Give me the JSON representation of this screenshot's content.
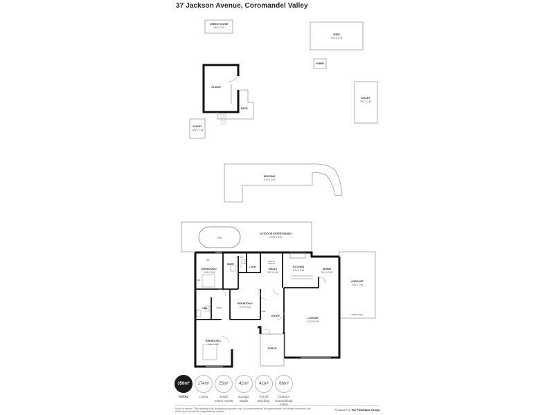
{
  "title": "37 Jackson Avenue, Coromandel Valley",
  "rooms": {
    "green_house": {
      "label": "GREEN HOUSE",
      "dim": "3.80 X 2.20"
    },
    "shed": {
      "label": "SHED",
      "dim": "6.00 X 3.00"
    },
    "cubby": {
      "label": "CUBBY"
    },
    "studio": {
      "label": "STUDIO"
    },
    "deck": {
      "label": "DECK"
    },
    "aviary_right": {
      "label": "AVIARY",
      "dim": "2.60 X 4.50"
    },
    "aviary_left": {
      "label": "AVIARY",
      "dim": "1.85 X 2.25"
    },
    "decking": {
      "label": "DECKING",
      "dim": "6.70 X 4.00"
    },
    "outdoor": {
      "label": "OUTDOOR ENTERTAINING",
      "dim": "15.00 X 5.50"
    },
    "spa": {
      "label": "SPA"
    },
    "bedroom2": {
      "label": "BEDROOM 2",
      "dim": "2.85 X 3.80"
    },
    "bath": {
      "label": "BATH"
    },
    "ldry": {
      "label": "L'DRY"
    },
    "meals": {
      "label": "MEALS",
      "dim": "3.30 X 3.90"
    },
    "kitchen": {
      "label": "KITCHEN",
      "dim": "3.25 X 2.80"
    },
    "dining": {
      "label": "DINING",
      "dim": "3.00 X 3.05"
    },
    "carport": {
      "label": "CARPORT",
      "dim": "3.20 X 7.90"
    },
    "ens": {
      "label": "ENS"
    },
    "bedroom3": {
      "label": "BEDROOM 3",
      "dim": "3.70 X 3.45"
    },
    "entry": {
      "label": "ENTRY"
    },
    "lounge": {
      "label": "LOUNGE",
      "dim": "6.10 X 6.35"
    },
    "bedroom1": {
      "label": "BEDROOM 1",
      "dim": "3.60 X 4.60"
    },
    "porch": {
      "label": "PORCH"
    }
  },
  "small_labels": {
    "wir": "WIR",
    "wc": "WC",
    "bir": "BIR",
    "linen": "LINEN",
    "robe": "ROBE",
    "pantry": "PANTRY",
    "fridge": "FRIDGE",
    "panel": "PANEL DOOR"
  },
  "legend": [
    {
      "value": "350m²",
      "label": "TOTAL",
      "dark": true
    },
    {
      "value": "174m²",
      "label": "Living"
    },
    {
      "value": "25m²",
      "label": "Shed/\nGreen House"
    },
    {
      "value": "42m²",
      "label": "Garage/\nStudio"
    },
    {
      "value": "41m²",
      "label": "Porch/\nDecking"
    },
    {
      "value": "68m²",
      "label": "Outdoor\nEntertaining/\nAviary"
    }
  ],
  "disclaimer": "Scale in metres. This drawing is for illustration purposes only. All measurements are approximate and details intended to be relied upon should be independently verified.",
  "producer_prefix": "Produced by",
  "producer_name": "The Fotoframe Group"
}
